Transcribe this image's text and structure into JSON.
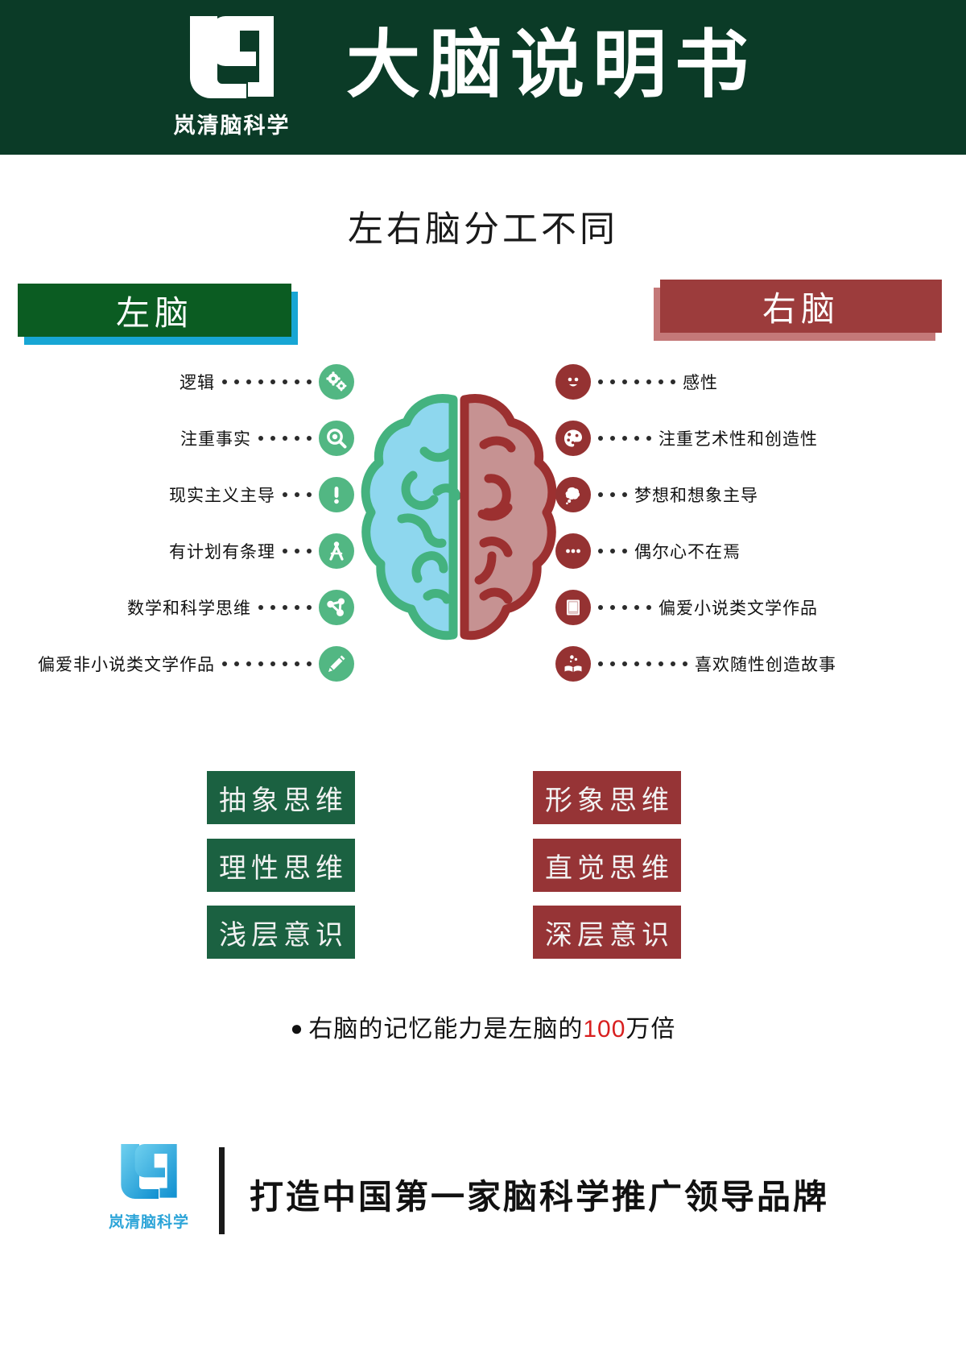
{
  "header": {
    "title": "大脑说明书",
    "brand_name": "岚清脑科学",
    "logo_icon": "lq-monogram-logo",
    "bg_color": "#0b3b27"
  },
  "subtitle": "左右脑分工不同",
  "banners": {
    "left": {
      "label": "左脑",
      "bg_color": "#0b5c22",
      "shadow_color": "#17a6d4"
    },
    "right": {
      "label": "右脑",
      "bg_color": "#9c3c3c",
      "shadow_color": "#c47878"
    }
  },
  "left_traits": [
    {
      "label": "逻辑",
      "icon": "gears-icon",
      "dots": 8
    },
    {
      "label": "注重事实",
      "icon": "magnifier-icon",
      "dots": 5
    },
    {
      "label": "现实主义主导",
      "icon": "exclamation-icon",
      "dots": 3
    },
    {
      "label": "有计划有条理",
      "icon": "compass-icon",
      "dots": 3
    },
    {
      "label": "数学和科学思维",
      "icon": "network-share-icon",
      "dots": 5
    },
    {
      "label": "偏爱非小说类文学作品",
      "icon": "pencil-icon",
      "dots": 8
    }
  ],
  "right_traits": [
    {
      "label": "感性",
      "icon": "smiley-face-icon",
      "dots": 7
    },
    {
      "label": "注重艺术性和创造性",
      "icon": "palette-icon",
      "dots": 5
    },
    {
      "label": "梦想和想象主导",
      "icon": "thought-cloud-icon",
      "dots": 3
    },
    {
      "label": "偶尔心不在焉",
      "icon": "ellipsis-icon",
      "dots": 3
    },
    {
      "label": "偏爱小说类文学作品",
      "icon": "book-closed-icon",
      "dots": 5
    },
    {
      "label": "喜欢随性创造故事",
      "icon": "open-book-icon",
      "dots": 8
    }
  ],
  "brain": {
    "icon": "split-brain-icon",
    "left_fill": "#8ed7ee",
    "left_stroke": "#44b27f",
    "right_fill": "#c69292",
    "right_stroke": "#9c3030"
  },
  "thinking_boxes": {
    "left": [
      {
        "label": "抽象思维",
        "bg_color": "#1b6141"
      },
      {
        "label": "理性思维",
        "bg_color": "#1b6141"
      },
      {
        "label": "浅层意识",
        "bg_color": "#1b6141"
      }
    ],
    "right": [
      {
        "label": "形象思维",
        "bg_color": "#963436"
      },
      {
        "label": "直觉思维",
        "bg_color": "#963436"
      },
      {
        "label": "深层意识",
        "bg_color": "#963436"
      }
    ]
  },
  "fact": {
    "bullet": "●",
    "prefix": "右脑的记忆能力是左脑的",
    "highlight": "100",
    "suffix": "万倍",
    "highlight_color": "#d81f1f"
  },
  "footer": {
    "logo_icon": "lq-monogram-logo-blue",
    "brand_name": "岚清脑科学",
    "slogan": "打造中国第一家脑科学推广领导品牌",
    "accent_color": "#2ba4d8"
  }
}
